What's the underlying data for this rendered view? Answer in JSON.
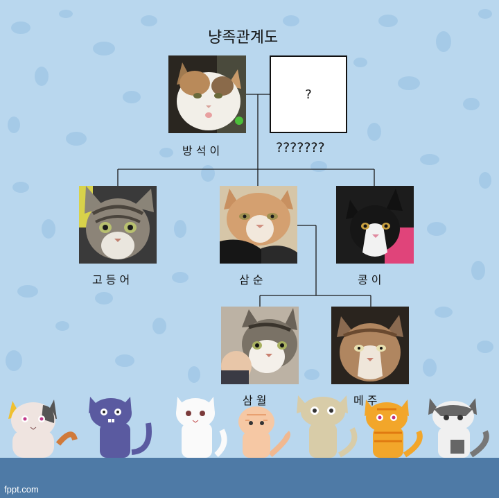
{
  "diagram": {
    "title": "냥족관계도",
    "unknown_box": "?",
    "members": [
      {
        "id": "bangseok",
        "label": "방석이"
      },
      {
        "id": "unknown",
        "label": "???????"
      },
      {
        "id": "godeunga",
        "label": "고등어"
      },
      {
        "id": "samsun",
        "label": "삼순"
      },
      {
        "id": "kong",
        "label": "콩이"
      },
      {
        "id": "samwol",
        "label": "삼월"
      },
      {
        "id": "meju",
        "label": "메주"
      }
    ]
  },
  "footer": {
    "brand": "fppt.com"
  },
  "colors": {
    "background": "#b9d7ee",
    "spots": "#9cc3e3",
    "footer": "#4e7aa6",
    "lines": "#1a1a1a"
  }
}
